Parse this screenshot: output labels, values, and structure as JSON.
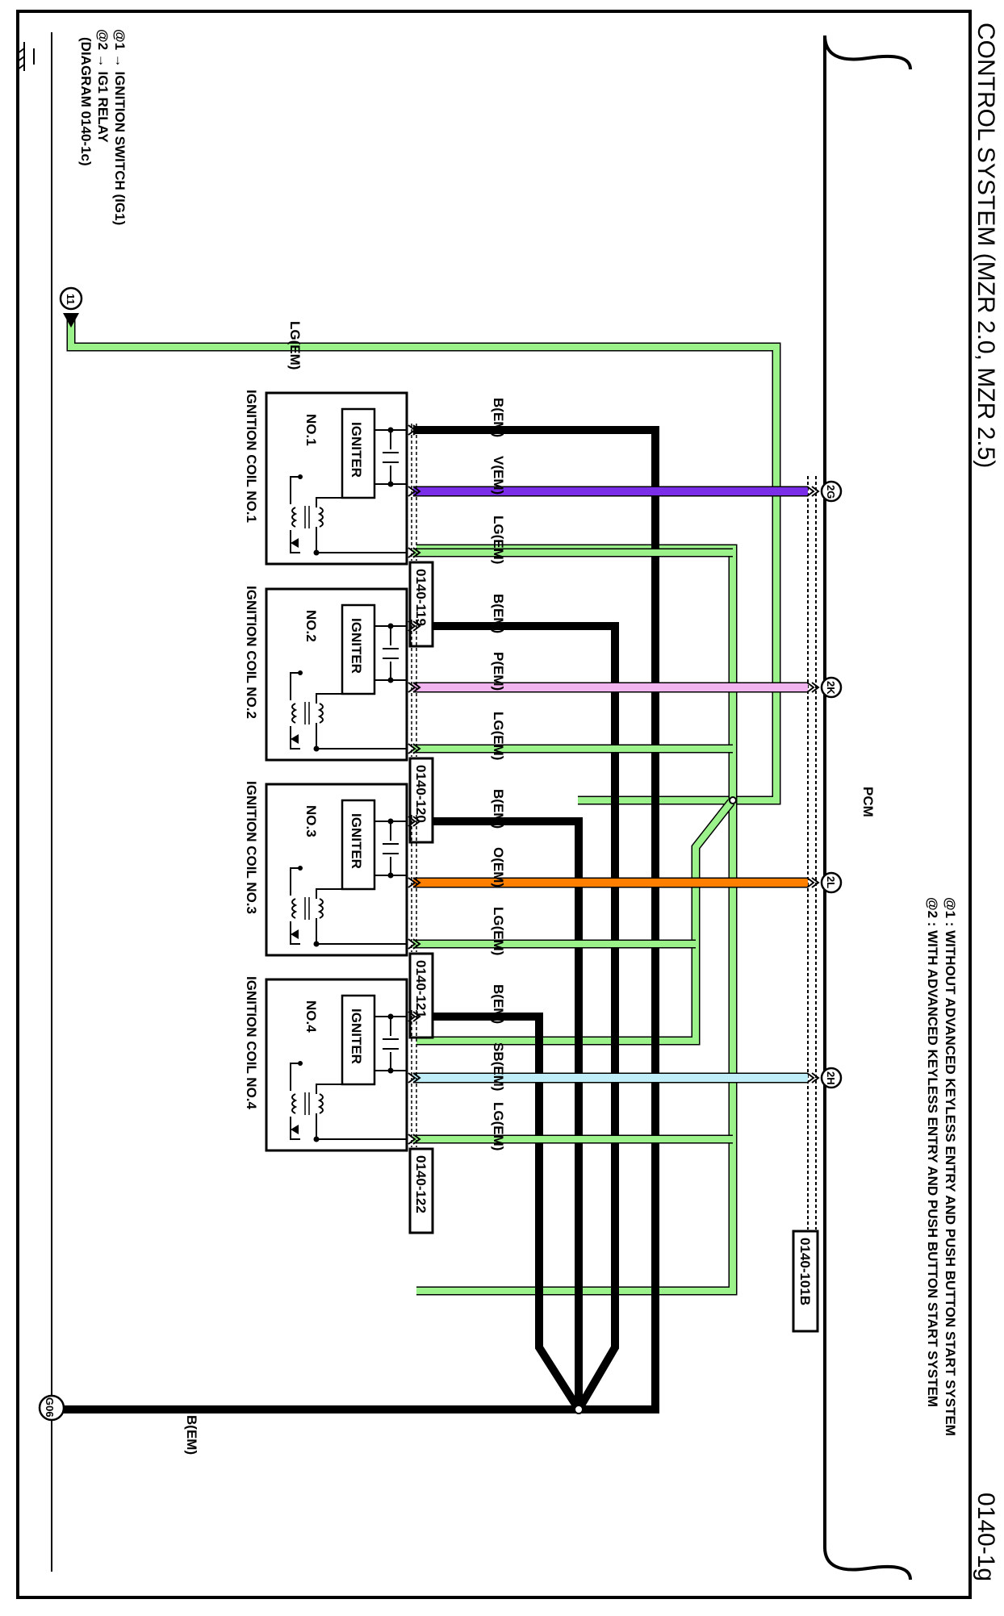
{
  "header": {
    "title": "CONTROL SYSTEM (MZR 2.0, MZR 2.5)",
    "page_code": "0140-1g"
  },
  "notes": {
    "at1_condition": "@1 : WITHOUT ADVANCED KEYLESS ENTRY AND PUSH BUTTON START SYSTEM",
    "at2_condition": "@2 : WITH ADVANCED KEYLESS ENTRY AND PUSH BUTTON START SYSTEM",
    "at1_source": "@1 → IGNITION SWITCH (IG1)",
    "at2_source": "@2 → IG1 RELAY",
    "at2_source_ref": "(DIAGRAM 0140-1c)"
  },
  "pcm": {
    "label": "PCM",
    "connector": "0140-101B"
  },
  "supply": {
    "terminal": "11",
    "wire": "LG(EM)"
  },
  "ground": {
    "label": "G06",
    "wire": "B(EM)"
  },
  "coils": [
    {
      "name": "IGNITION COIL NO.1",
      "igniter": "IGNITER",
      "no": "NO.1",
      "connector": "0140-119",
      "wires": [
        "B(EM)",
        "V(EM)",
        "LG(EM)"
      ],
      "pcm_pin": "2G",
      "signal_color": "#7a2ee8"
    },
    {
      "name": "IGNITION COIL NO.2",
      "igniter": "IGNITER",
      "no": "NO.2",
      "connector": "0140-120",
      "wires": [
        "B(EM)",
        "P(EM)",
        "LG(EM)"
      ],
      "pcm_pin": "2K",
      "signal_color": "#f2b4ee"
    },
    {
      "name": "IGNITION COIL NO.3",
      "igniter": "IGNITER",
      "no": "NO.3",
      "connector": "0140-121",
      "wires": [
        "B(EM)",
        "O(EM)",
        "LG(EM)"
      ],
      "pcm_pin": "2L",
      "signal_color": "#ff7f00"
    },
    {
      "name": "IGNITION COIL NO.4",
      "igniter": "IGNITER",
      "no": "NO.4",
      "connector": "0140-122",
      "wires": [
        "B(EM)",
        "SB(EM)",
        "LG(EM)"
      ],
      "pcm_pin": "2H",
      "signal_color": "#bfeef8"
    }
  ],
  "colors": {
    "black_wire": "#000000",
    "green_wire": "#9bf28a",
    "border": "#000000"
  },
  "icons": {
    "ground": "ground-symbol-icon",
    "terminal": "terminal-arrow-icon",
    "pin": "connector-pin-icon"
  }
}
